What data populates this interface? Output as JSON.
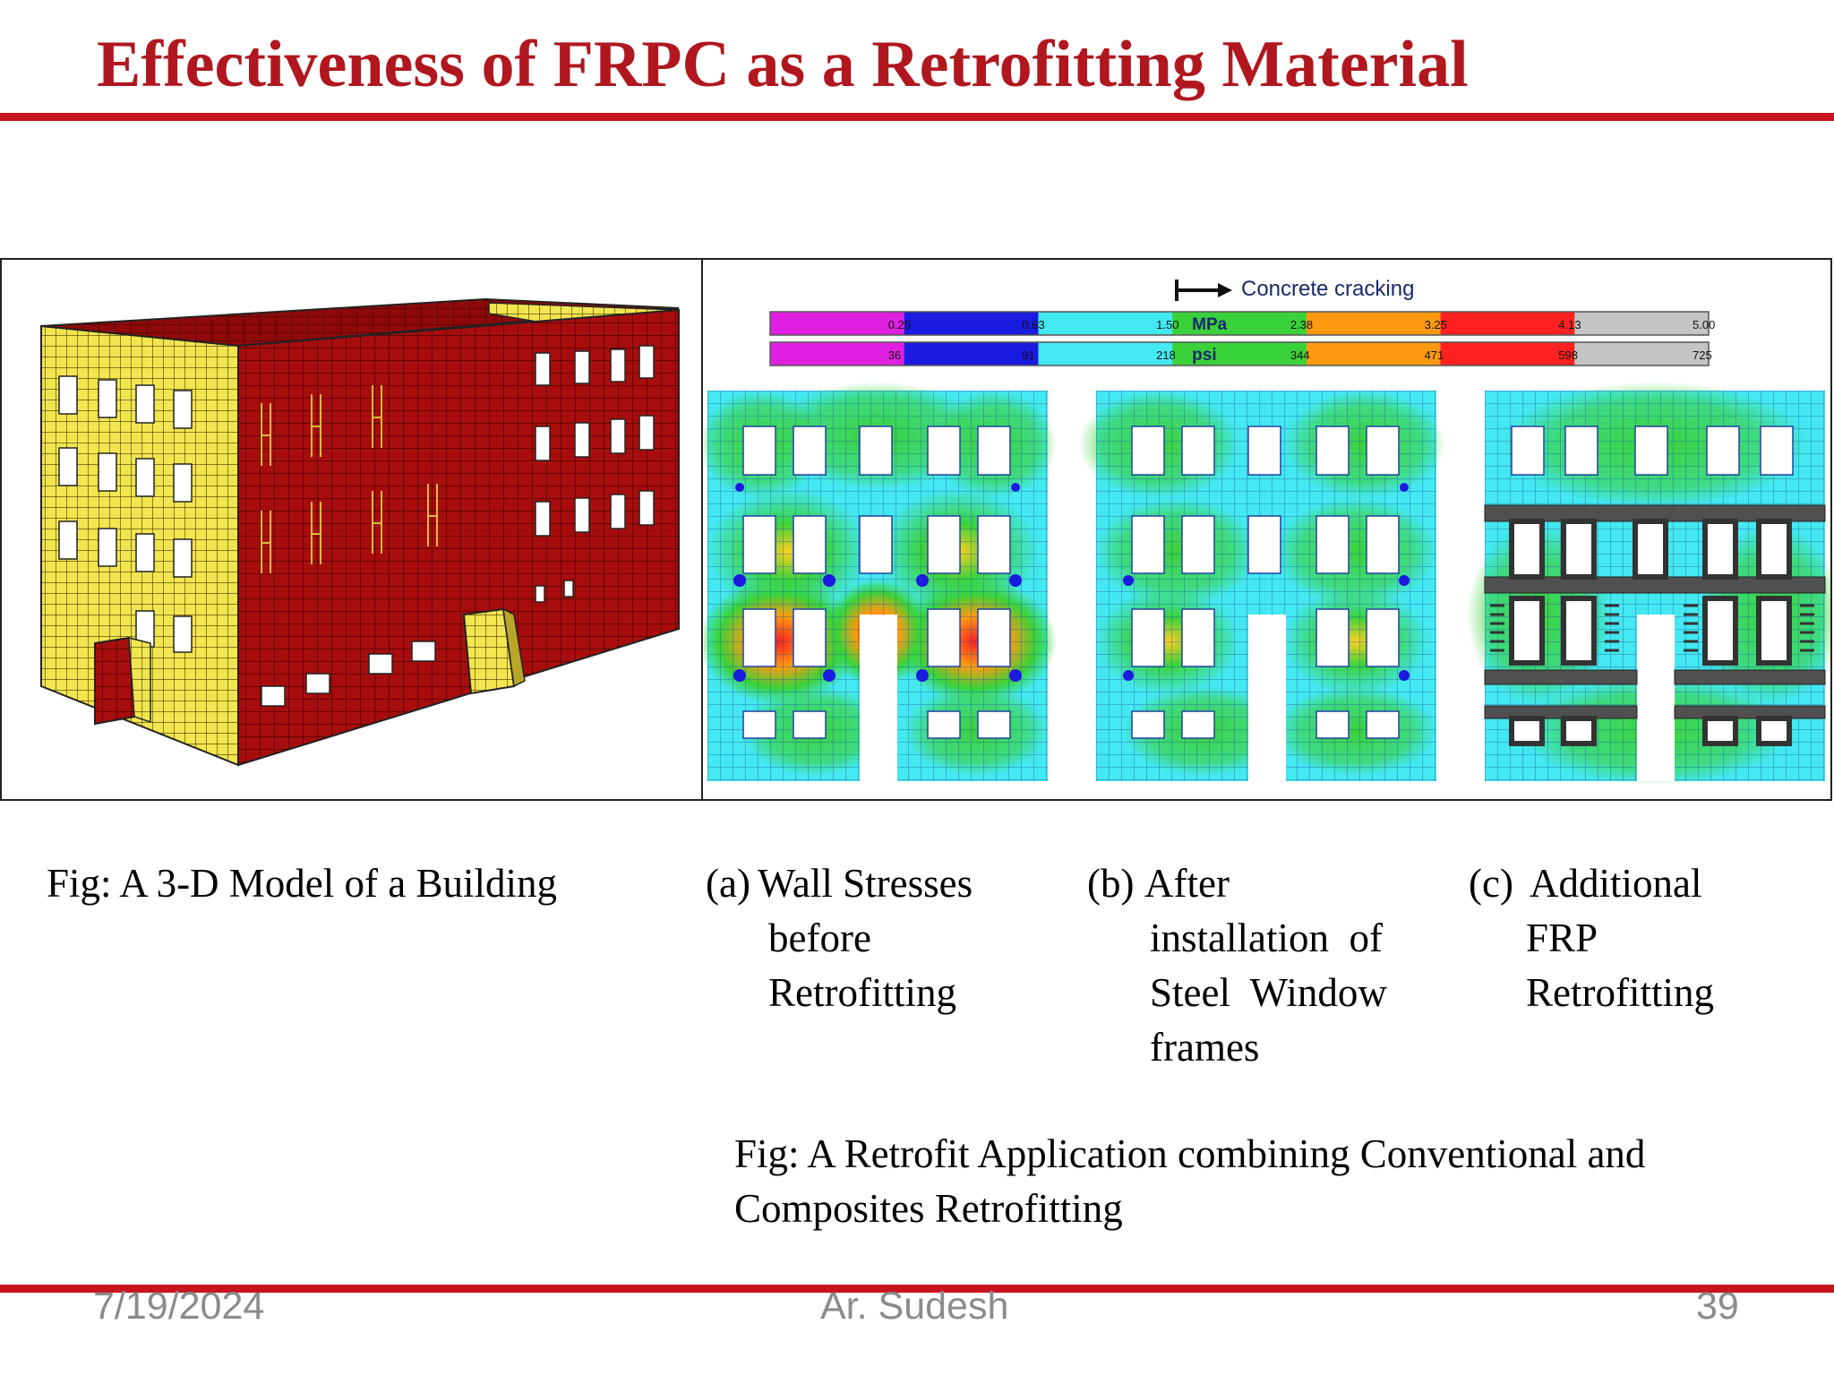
{
  "slide": {
    "title": "Effectiveness of FRPC as a Retrofitting Material",
    "accent_color": "#c8141e",
    "title_color": "#b0171f"
  },
  "figure": {
    "legend": {
      "label": "Concrete cracking",
      "mpa_unit": "MPa",
      "psi_unit": "psi",
      "mpa_ticks": [
        "0.25",
        "0.63",
        "1.50",
        "2.38",
        "3.25",
        "4.13",
        "5.00"
      ],
      "psi_ticks": [
        "36",
        "91",
        "218",
        "344",
        "471",
        "598",
        "725"
      ],
      "colors": [
        "#e020e0",
        "#1a1ae0",
        "#44e8f0",
        "#3ad23a",
        "#ff9a10",
        "#ff2020",
        "#c4c4c4"
      ]
    }
  },
  "captions": {
    "model_3d": {
      "text": "Fig: A 3-D Model of a Building"
    },
    "a": {
      "prefix": "(a)",
      "lines": [
        "Wall Stresses",
        "before",
        "Retrofitting"
      ]
    },
    "b": {
      "prefix": "(b)",
      "lines": [
        "After",
        "installation  of",
        "Steel  Window",
        "frames"
      ]
    },
    "c": {
      "prefix": "(c)",
      "lines": [
        "Additional",
        "FRP",
        "Retrofitting"
      ]
    },
    "retrofit": {
      "lines": [
        "Fig: A Retrofit Application combining Conventional and",
        "Composites Retrofitting"
      ]
    }
  },
  "footer": {
    "date": "7/19/2024",
    "author": "Ar. Sudesh",
    "page": "39"
  }
}
